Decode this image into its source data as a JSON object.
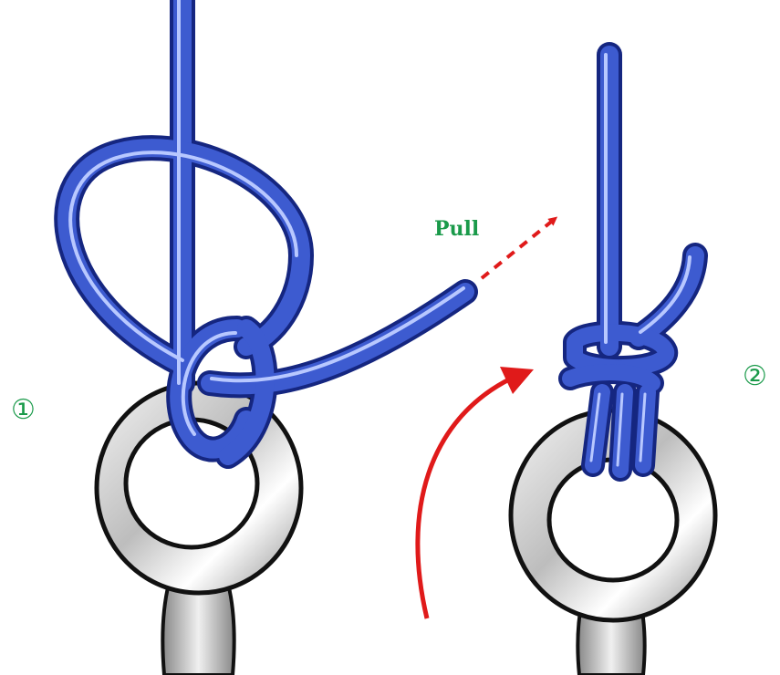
{
  "annotations": {
    "pull": "Pull",
    "step_1": "①",
    "step_2": "②"
  },
  "colors": {
    "rope": "#3d5bd0",
    "rope_outline": "#152680",
    "rope_highlight": "#b8c8ff",
    "ring_metal": "#d4d4d4",
    "ring_outline": "#111111",
    "arrow": "#e01a1a",
    "label": "#1a9a4a"
  },
  "icons": {
    "step_1_ring": "eye-bolt-icon",
    "step_2_ring": "eye-bolt-icon",
    "pull_arrow": "dashed-arrow-icon",
    "turn_arrow": "curved-arrow-icon"
  }
}
